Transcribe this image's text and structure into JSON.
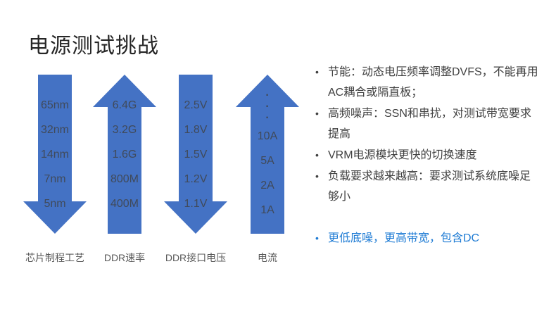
{
  "title": "电源测试挑战",
  "colors": {
    "arrow_blue": "#4472C4",
    "arrow_text": "#404a5a",
    "body_text": "#404040",
    "axis_label_text": "#595959",
    "highlight_blue": "#1e7bd4",
    "title_text": "#262626"
  },
  "diagram": {
    "arrows": [
      {
        "label": "芯片制程工艺",
        "direction": "down",
        "values": [
          "65nm",
          "32nm",
          "14nm",
          "7nm",
          "5nm"
        ]
      },
      {
        "label": "DDR速率",
        "direction": "up",
        "values": [
          "6.4G",
          "3.2G",
          "1.6G",
          "800M",
          "400M"
        ]
      },
      {
        "label": "DDR接口电压",
        "direction": "down",
        "values": [
          "2.5V",
          "1.8V",
          "1.5V",
          "1.2V",
          "1.1V"
        ]
      },
      {
        "label": "电流",
        "direction": "up",
        "values": [
          "·",
          "·",
          "·",
          "10A",
          "5A",
          "2A",
          "1A"
        ]
      }
    ]
  },
  "right_panel": {
    "bullet_marker": "•",
    "bullets": [
      {
        "lines": [
          "节能：动态电压频率调整DVFS，不能再用",
          "AC耦合或隔直板；"
        ]
      },
      {
        "lines": [
          "高频噪声：SSN和串扰，对测试带宽要求",
          "提高"
        ]
      },
      {
        "lines": [
          "VRM电源模块更快的切换速度"
        ]
      },
      {
        "lines": [
          "负载要求越来越高：要求测试系统底噪足",
          "够小"
        ]
      }
    ],
    "highlight": {
      "lines": [
        "更低底噪，更高带宽，包含DC"
      ]
    }
  }
}
